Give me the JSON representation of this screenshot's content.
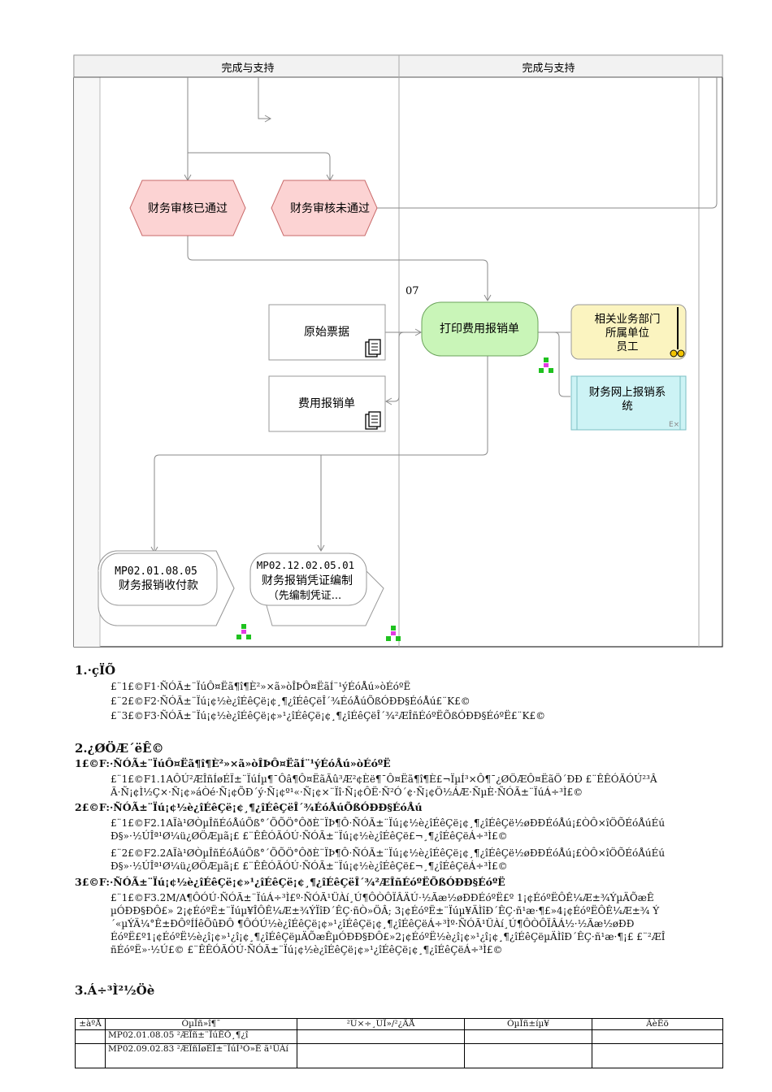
{
  "lanes": [
    "完成与支持",
    "完成与支持"
  ],
  "events": {
    "approved": "财务审核已通过",
    "rejected": "财务审核未通过"
  },
  "step": {
    "number": "07",
    "label": "打印费用报销单"
  },
  "documents": {
    "original_receipt": "原始票据",
    "expense_form": "费用报销单"
  },
  "role": {
    "line1": "相关业务部门",
    "line2": "所属单位",
    "line3": "员工"
  },
  "system": {
    "line1": "财务网上报销系",
    "line2": "统",
    "corner": "E×"
  },
  "links": [
    {
      "code": "MP02.01.08.05",
      "label": "财务报销收付款",
      "extra": ""
    },
    {
      "code": "MP02.12.02.05.01",
      "label": "财务报销凭证编制",
      "extra": "（先编制凭证..."
    }
  ],
  "sections": {
    "s1": {
      "title": "1.·çÏÕ",
      "items": [
        "£¨1£©F1·ÑÓÃ±¨ÏúÔ¤Ëã¶î¶È²»×ã»òÎÞÔ¤ËãÍ¨¹ýÉóÅú»òÉóºË",
        "£¨2£©F2·ÑÓÃ±¨Ïú¡¢½è¿îÉêÇë¡¢¸¶¿îÉêÇëÎ´¾ÉóÅúÕßÓÐÐ§ÉóÅú£¨K£©",
        "£¨3£©F3·ÑÓÃ±¨Ïú¡¢½è¿îÉêÇë¡¢»¹¿îÉêÇë¡¢¸¶¿îÉêÇëÎ´¾²ÆÎñÉóºËÕßÓÐÐ§ÉóºË£¨K£©"
      ]
    },
    "s2": {
      "title": "2.¿ØÖÆ´ëÊ©",
      "f1_head": "1£©F:·ÑÓÃ±¨ÏúÔ¤Ëã¶î¶È²»×ã»òÎÞÔ¤ËãÍ¨¹ýÉóÅú»òÉóºË",
      "f1_p1": "£¨1£©F1.1AÔÚ²ÆÎñÍøÉÏ±¨ÏúÍµ¶¯Ôâ¶Ô¤ËãÃû³Æ²¢Èë¶¯Ô¤Ëã¶î¶È£¬ÏµÍ³×Ô¶¯¿ØÖÆÔ¤ËãÖ´ÐÐ £¨ÊÊÓÃÓÚ²³Â Ã·Ñ¡¢Ì½Ç×·Ñ¡¢»áÒé·Ñ¡¢ÕÐ´ý·Ñ¡¢º¹«·Ñ¡¢×¨Ïî·Ñ¡¢ÔË·Ñ²Ó´¢·Ñ¡¢Ö½ÁÆ·ÑµÈ·ÑÓÃ±¨ÏúÁ÷³Ì£©",
      "f2_head": "2£©F:·ÑÓÃ±¨Ïú¡¢½è¿îÉêÇë¡¢¸¶¿îÉêÇëÎ´¾ÉóÅúÕßÓÐÐ§ÉóÅú",
      "f2_p1": "£¨1£©F2.1AÏà¹ØÒµÎñÉóÅúÕß°´ÕÕÖ°ÔðÈ¨ÏÞ¶Ô·ÑÓÃ±¨Ïú¡¢½è¿îÉêÇë¡¢¸¶¿îÉêÇë½øÐÐÉóÅú¡£ÒÔ×îÖÕÉóÅúÉú Ð§»·½ÚÎª¹Ø¼ü¿ØÖÆµã¡£ £¨ÊÊÓÃÓÚ·ÑÓÃ±¨Ïú¡¢½è¿îÉêÇë£¬¸¶¿îÉêÇëÁ÷³Ì£©",
      "f2_p2": "£¨2£©F2.2AÏà¹ØÒµÎñÉóÅúÕß°´ÕÕÖ°ÔðÈ¨ÏÞ¶Ô·ÑÓÃ±¨Ïú¡¢½è¿îÉêÇë¡¢¸¶¿îÉêÇë½øÐÐÉóÅú¡£ÒÔ×îÖÕÉóÅúÉú Ð§»·½ÚÎª¹Ø¼ü¿ØÖÆµã¡£ £¨ÊÊÓÃÓÚ·ÑÓÃ±¨Ïú¡¢½è¿îÉêÇë£¬¸¶¿îÉêÇëÁ÷³Ì£©",
      "f3_head": "3£©F:·ÑÓÃ±¨Ïú¡¢½è¿îÉêÇë¡¢»¹¿îÉêÇë¡¢¸¶¿îÉêÇëÎ´¾²ÆÎñÉóºËÕßÓÐÐ§ÉóºË",
      "f3_p1": "£¨1£©F3.2M/A¶ÔÓÚ·ÑÓÃ±¨ÏúÁ÷³Ì£º·ÑÓÃ¹ÜÀí¸Ú¶ÔÒÔÏÂÄÚ·½Ãæ½øÐÐÉóºË£º 1¡¢ÉóºËÔÊ¼Æ±¾ÝµÄÕæÊ µÓÐÐ§ÐÔ£» 2¡¢ÉóºË±¨Ïúµ¥ÎÔÊ¼Æ±¾ÝÏîÐ´ÊÇ·ñÒ»ÖÂ; 3¡¢ÉóºË±¨Ïúµ¥ÄÌîÐ´ÊÇ·ñ¹æ·¶£»4¡¢ÉóºËÔÊ¼Æ±¾ Ý´«µÝÄ¼°Ê±ÐÔºÍÍêÕûÐÔ ¶ÔÓÚ½è¿îÉêÇë¡¢»¹¿îÉêÇë¡¢¸¶¿îÉêÇëÁ÷³Ìº·ÑÓÃ¹ÜÀí¸Ú¶ÔÒÔÏÂÁ½·½Ãæ½øÐÐ ÉóºË£º1¡¢ÉóºË½è¿î¡¢»¹¿î¡¢¸¶¿îÉêÇëµÄÕæÊµÓÐÐ§ÐÔ£»2¡¢ÉóºË½è¿î¡¢»¹¿î¡¢¸¶¿îÉêÇëµÄÌîÐ´ÊÇ·ñ¹æ·¶¡£ £¨²ÆÎ ñÉóºË»·½Ú£© £¨ÊÊÓÃÓÚ·ÑÓÃ±¨Ïú¡¢½è¿îÉêÇë¡¢»¹¿îÉêÇë¡¢¸¶¿îÉêÇëÁ÷³Ì£©"
    },
    "s3": {
      "title": "3.Á÷³Ì²½Öè"
    }
  },
  "table": {
    "headers": [
      "±àºÅ",
      "ÒµÎñ»î¶¯",
      "²Ù×÷¸ÚÎ»/²¿ÃÅ",
      "ÒµÎñ±íµ¥",
      "ÃèÊö"
    ],
    "rows": [
      [
        "",
        "MP02.01.08.05 ²ÆÎñ±¨ÏúÊÕ¸¶¿î",
        "",
        "",
        ""
      ],
      [
        "",
        "MP02.09.02.83 ²ÆÎñÍøÉÏ±¨ÏúÍ³Ò»Ë ã¹ÜÀí",
        "",
        "",
        ""
      ]
    ]
  },
  "colors": {
    "event_fill": "#fcd3d3",
    "event_stroke": "#c96a6a",
    "activity_fill": "#c9f5b8",
    "activity_stroke": "#6aa35a",
    "role_fill": "#fbf4c0",
    "system_fill": "#cdf3f5",
    "connector": "#8a8a8a"
  }
}
